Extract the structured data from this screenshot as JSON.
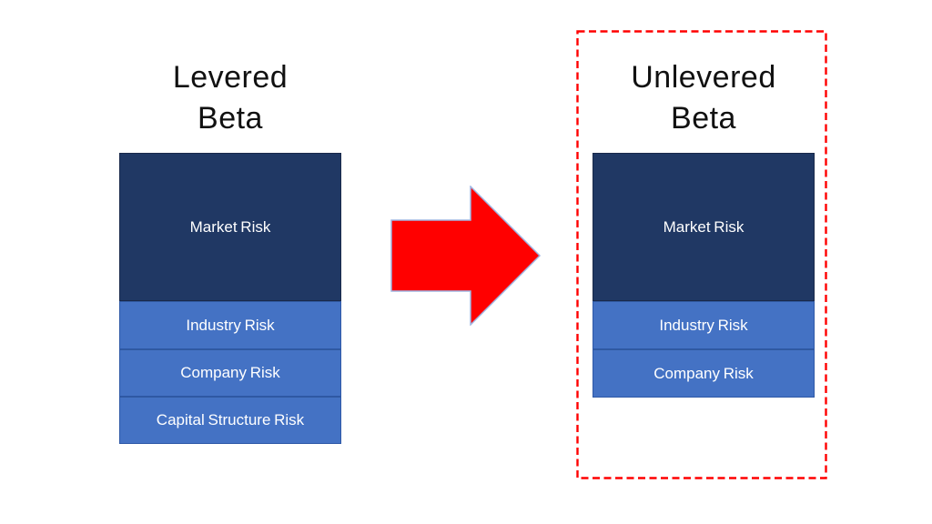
{
  "left": {
    "title_line1": "Levered",
    "title_line2": "Beta",
    "segments": [
      {
        "label": "Market Risk"
      },
      {
        "label": "Industry Risk"
      },
      {
        "label": "Company Risk"
      },
      {
        "label": "Capital Structure Risk"
      }
    ]
  },
  "right": {
    "title_line1": "Unlevered",
    "title_line2": "Beta",
    "segments": [
      {
        "label": "Market Risk"
      },
      {
        "label": "Industry Risk"
      },
      {
        "label": "Company Risk"
      }
    ]
  },
  "icons": {
    "arrow": "right-arrow-icon"
  },
  "colors": {
    "market_risk_fill": "#203864",
    "other_risk_fill": "#4472C4",
    "arrow_fill": "#FF0000",
    "arrow_outline": "#9FB6E2",
    "dashed_border": "#FF0000",
    "segment_text": "#FFFFFF",
    "title_text": "#111111",
    "background": "#FFFFFF"
  }
}
